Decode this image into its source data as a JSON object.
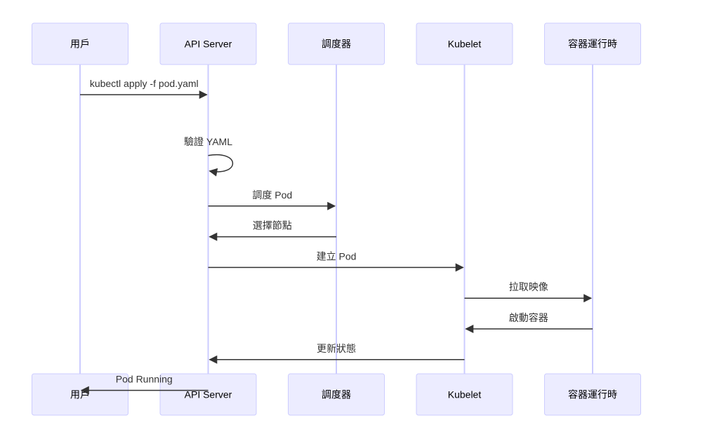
{
  "diagram": {
    "type": "sequence",
    "colors": {
      "actor_fill": "#ECECFF",
      "actor_border": "#CCCCFF",
      "lifeline": "#CCCCFF",
      "message": "#333333"
    },
    "participants": [
      {
        "id": "user",
        "label": "用戶"
      },
      {
        "id": "api",
        "label": "API Server"
      },
      {
        "id": "scheduler",
        "label": "調度器"
      },
      {
        "id": "kubelet",
        "label": "Kubelet"
      },
      {
        "id": "runtime",
        "label": "容器運行時"
      }
    ],
    "messages": [
      {
        "from": "user",
        "to": "api",
        "label": "kubectl apply -f pod.yaml"
      },
      {
        "from": "api",
        "to": "api",
        "label": "驗證 YAML"
      },
      {
        "from": "api",
        "to": "scheduler",
        "label": "調度 Pod"
      },
      {
        "from": "scheduler",
        "to": "api",
        "label": "選擇節點"
      },
      {
        "from": "api",
        "to": "kubelet",
        "label": "建立 Pod"
      },
      {
        "from": "kubelet",
        "to": "runtime",
        "label": "拉取映像"
      },
      {
        "from": "runtime",
        "to": "kubelet",
        "label": "啟動容器"
      },
      {
        "from": "kubelet",
        "to": "api",
        "label": "更新狀態"
      },
      {
        "from": "api",
        "to": "user",
        "label": "Pod Running"
      }
    ]
  }
}
